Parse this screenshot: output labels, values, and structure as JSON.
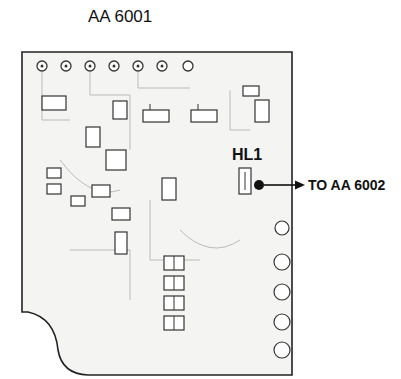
{
  "diagram": {
    "title": "AA 6001",
    "labels": [
      "HL1",
      "TO AA 6002"
    ]
  }
}
